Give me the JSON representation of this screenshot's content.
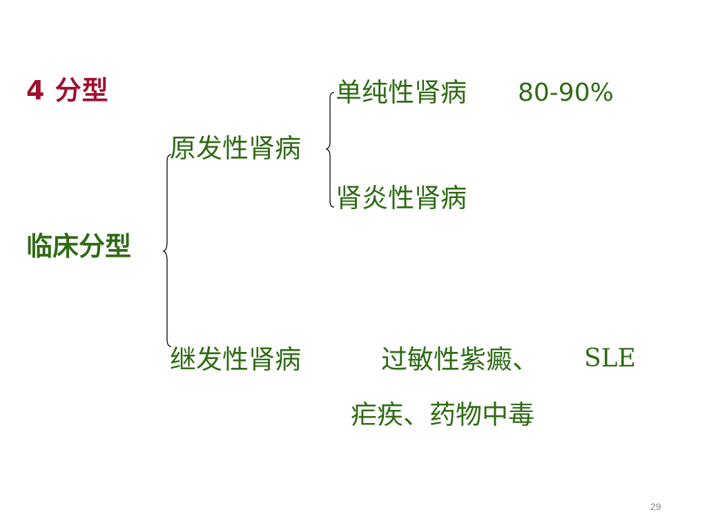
{
  "slide": {
    "heading": "4  分型",
    "classification_label": "临床分型",
    "primary": {
      "label": "原发性肾病",
      "subtypes": [
        {
          "label": "单纯性肾病",
          "percentage": "80-90%"
        },
        {
          "label": "肾炎性肾病"
        }
      ]
    },
    "secondary": {
      "label": "继发性肾病",
      "causes_line1": "过敏性紫癜、",
      "causes_sle": "SLE",
      "causes_line2": "疟疾、药物中毒"
    },
    "page_number": "29"
  },
  "colors": {
    "heading": "#a0102e",
    "text": "#2f6b14",
    "bracket": "#000000",
    "page_number": "#888888"
  }
}
